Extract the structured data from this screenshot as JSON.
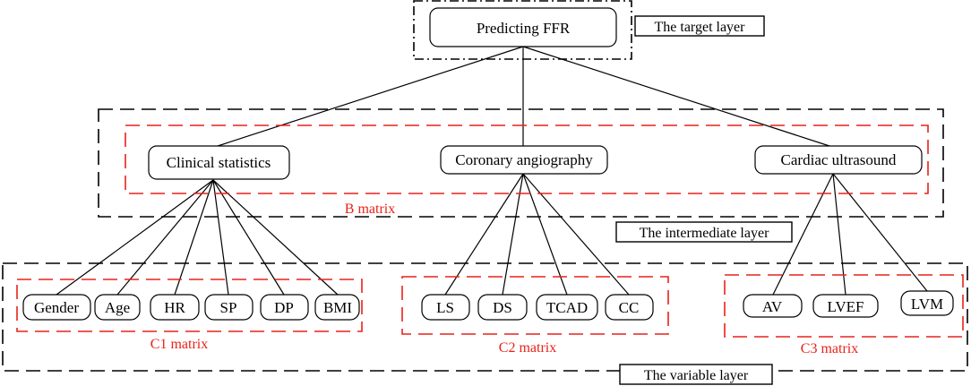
{
  "colors": {
    "accent": "#e8221b",
    "line": "#000000"
  },
  "target": {
    "label": "Predicting FFR",
    "layer_label": "The target layer"
  },
  "intermediate": {
    "layer_label": "The intermediate layer",
    "matrix_label": "B matrix",
    "nodes": [
      "Clinical statistics",
      "Coronary angiography",
      "Cardiac ultrasound"
    ]
  },
  "variable": {
    "layer_label": "The variable layer",
    "groups": [
      {
        "matrix_label": "C1 matrix",
        "nodes": [
          "Gender",
          "Age",
          "HR",
          "SP",
          "DP",
          "BMI"
        ]
      },
      {
        "matrix_label": "C2 matrix",
        "nodes": [
          "LS",
          "DS",
          "TCAD",
          "CC"
        ]
      },
      {
        "matrix_label": "C3 matrix",
        "nodes": [
          "AV",
          "LVEF",
          "LVM"
        ]
      }
    ]
  }
}
